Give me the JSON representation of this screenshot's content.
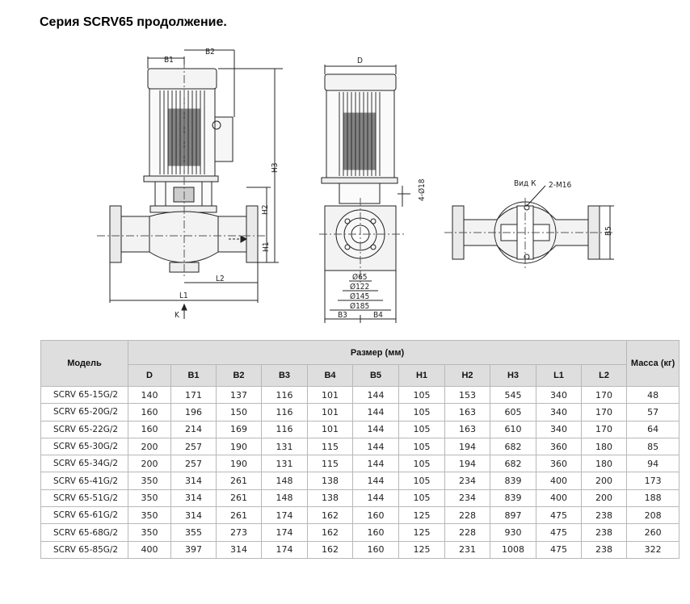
{
  "page": {
    "title": "Серия SCRV65 продолжение."
  },
  "drawing": {
    "labels": {
      "B1": "B1",
      "B2": "B2",
      "H3": "H3",
      "H2": "H2",
      "H1": "H1",
      "L2": "L2",
      "L1": "L1",
      "K": "K",
      "D": "D",
      "hole": "4-Ø18",
      "d65": "Ø65",
      "d122": "Ø122",
      "d145": "Ø145",
      "d185": "Ø185",
      "B3": "B3",
      "B4": "B4",
      "vid": "Вид К",
      "m16": "2-M16",
      "B5": "B5"
    }
  },
  "table": {
    "model_header": "Модель",
    "size_header": "Размер (мм)",
    "mass_header": "Масса (кг)",
    "columns": [
      "D",
      "B1",
      "B2",
      "B3",
      "B4",
      "B5",
      "H1",
      "H2",
      "H3",
      "L1",
      "L2"
    ],
    "rows": [
      [
        "SCRV 65-15G/2",
        "140",
        "171",
        "137",
        "116",
        "101",
        "144",
        "105",
        "153",
        "545",
        "340",
        "170",
        "48"
      ],
      [
        "SCRV 65-20G/2",
        "160",
        "196",
        "150",
        "116",
        "101",
        "144",
        "105",
        "163",
        "605",
        "340",
        "170",
        "57"
      ],
      [
        "SCRV 65-22G/2",
        "160",
        "214",
        "169",
        "116",
        "101",
        "144",
        "105",
        "163",
        "610",
        "340",
        "170",
        "64"
      ],
      [
        "SCRV 65-30G/2",
        "200",
        "257",
        "190",
        "131",
        "115",
        "144",
        "105",
        "194",
        "682",
        "360",
        "180",
        "85"
      ],
      [
        "SCRV 65-34G/2",
        "200",
        "257",
        "190",
        "131",
        "115",
        "144",
        "105",
        "194",
        "682",
        "360",
        "180",
        "94"
      ],
      [
        "SCRV 65-41G/2",
        "350",
        "314",
        "261",
        "148",
        "138",
        "144",
        "105",
        "234",
        "839",
        "400",
        "200",
        "173"
      ],
      [
        "SCRV 65-51G/2",
        "350",
        "314",
        "261",
        "148",
        "138",
        "144",
        "105",
        "234",
        "839",
        "400",
        "200",
        "188"
      ],
      [
        "SCRV 65-61G/2",
        "350",
        "314",
        "261",
        "174",
        "162",
        "160",
        "125",
        "228",
        "897",
        "475",
        "238",
        "208"
      ],
      [
        "SCRV 65-68G/2",
        "350",
        "355",
        "273",
        "174",
        "162",
        "160",
        "125",
        "228",
        "930",
        "475",
        "238",
        "260"
      ],
      [
        "SCRV 65-85G/2",
        "400",
        "397",
        "314",
        "174",
        "162",
        "160",
        "125",
        "231",
        "1008",
        "475",
        "238",
        "322"
      ]
    ]
  }
}
